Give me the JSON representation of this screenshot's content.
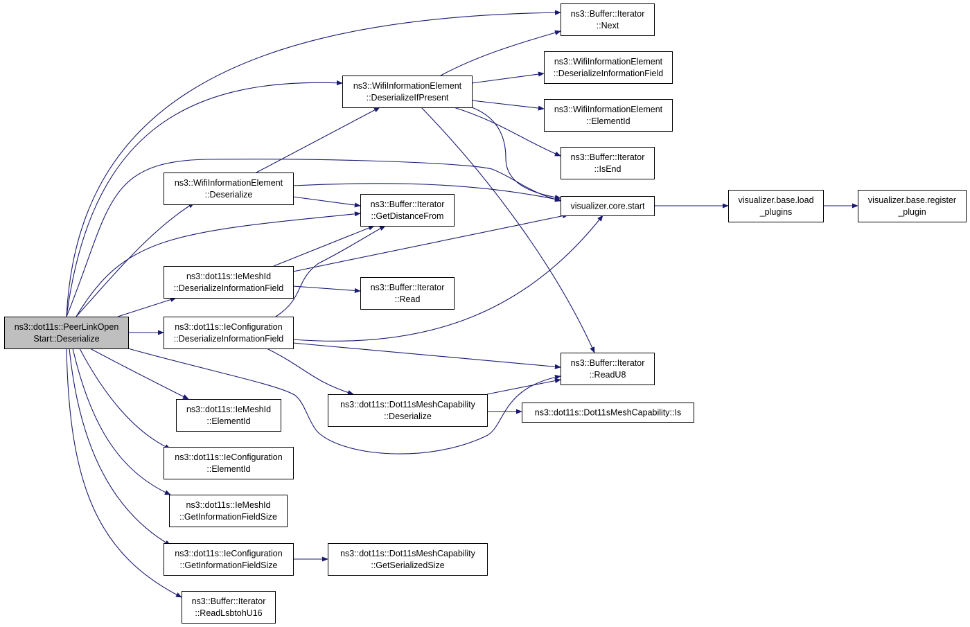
{
  "colors": {
    "edge": "#191970",
    "root_fill": "#bfbfbf",
    "node_fill": "#ffffff",
    "border": "#000000"
  },
  "nodes": [
    {
      "id": "root",
      "lines": [
        "ns3::dot11s::PeerLinkOpen",
        "Start::Deserialize"
      ],
      "root": true
    },
    {
      "id": "buf_next",
      "lines": [
        "ns3::Buffer::Iterator",
        "::Next"
      ]
    },
    {
      "id": "wie_dip",
      "lines": [
        "ns3::WifiInformationElement",
        "::DeserializeIfPresent"
      ]
    },
    {
      "id": "wie_dif",
      "lines": [
        "ns3::WifiInformationElement",
        "::DeserializeInformationField"
      ]
    },
    {
      "id": "wie_eid",
      "lines": [
        "ns3::WifiInformationElement",
        "::ElementId"
      ]
    },
    {
      "id": "buf_isend",
      "lines": [
        "ns3::Buffer::Iterator",
        "::IsEnd"
      ]
    },
    {
      "id": "wie_des",
      "lines": [
        "ns3::WifiInformationElement",
        "::Deserialize"
      ]
    },
    {
      "id": "viz_start",
      "lines": [
        "visualizer.core.start"
      ]
    },
    {
      "id": "viz_load",
      "lines": [
        "visualizer.base.load",
        "_plugins"
      ]
    },
    {
      "id": "viz_reg",
      "lines": [
        "visualizer.base.register",
        "_plugin"
      ]
    },
    {
      "id": "buf_gdf",
      "lines": [
        "ns3::Buffer::Iterator",
        "::GetDistanceFrom"
      ]
    },
    {
      "id": "mid_dif",
      "lines": [
        "ns3::dot11s::IeMeshId",
        "::DeserializeInformationField"
      ]
    },
    {
      "id": "buf_read",
      "lines": [
        "ns3::Buffer::Iterator",
        "::Read"
      ]
    },
    {
      "id": "cfg_dif",
      "lines": [
        "ns3::dot11s::IeConfiguration",
        "::DeserializeInformationField"
      ]
    },
    {
      "id": "buf_readu8",
      "lines": [
        "ns3::Buffer::Iterator",
        "::ReadU8"
      ]
    },
    {
      "id": "cap_des",
      "lines": [
        "ns3::dot11s::Dot11sMeshCapability",
        "::Deserialize"
      ]
    },
    {
      "id": "cap_is",
      "lines": [
        "ns3::dot11s::Dot11sMeshCapability::Is"
      ]
    },
    {
      "id": "mid_eid",
      "lines": [
        "ns3::dot11s::IeMeshId",
        "::ElementId"
      ]
    },
    {
      "id": "cfg_eid",
      "lines": [
        "ns3::dot11s::IeConfiguration",
        "::ElementId"
      ]
    },
    {
      "id": "mid_gifs",
      "lines": [
        "ns3::dot11s::IeMeshId",
        "::GetInformationFieldSize"
      ]
    },
    {
      "id": "cfg_gifs",
      "lines": [
        "ns3::dot11s::IeConfiguration",
        "::GetInformationFieldSize"
      ]
    },
    {
      "id": "cap_gss",
      "lines": [
        "ns3::dot11s::Dot11sMeshCapability",
        "::GetSerializedSize"
      ]
    },
    {
      "id": "buf_rlu16",
      "lines": [
        "ns3::Buffer::Iterator",
        "::ReadLsbtohU16"
      ]
    }
  ],
  "edges": [
    {
      "from": "root",
      "to": "buf_next"
    },
    {
      "from": "root",
      "to": "wie_dip"
    },
    {
      "from": "root",
      "to": "viz_start"
    },
    {
      "from": "root",
      "to": "wie_des"
    },
    {
      "from": "root",
      "to": "buf_gdf"
    },
    {
      "from": "root",
      "to": "mid_dif"
    },
    {
      "from": "root",
      "to": "cfg_dif"
    },
    {
      "from": "root",
      "to": "buf_readu8"
    },
    {
      "from": "root",
      "to": "mid_eid"
    },
    {
      "from": "root",
      "to": "cfg_eid"
    },
    {
      "from": "root",
      "to": "mid_gifs"
    },
    {
      "from": "root",
      "to": "cfg_gifs"
    },
    {
      "from": "root",
      "to": "buf_rlu16"
    },
    {
      "from": "wie_dip",
      "to": "buf_next"
    },
    {
      "from": "wie_dip",
      "to": "wie_dif"
    },
    {
      "from": "wie_dip",
      "to": "wie_eid"
    },
    {
      "from": "wie_dip",
      "to": "buf_isend"
    },
    {
      "from": "wie_dip",
      "to": "viz_start"
    },
    {
      "from": "wie_dip",
      "to": "buf_readu8"
    },
    {
      "from": "wie_des",
      "to": "wie_dip"
    },
    {
      "from": "wie_des",
      "to": "viz_start"
    },
    {
      "from": "wie_des",
      "to": "buf_gdf"
    },
    {
      "from": "viz_start",
      "to": "viz_load"
    },
    {
      "from": "viz_load",
      "to": "viz_reg"
    },
    {
      "from": "mid_dif",
      "to": "buf_gdf"
    },
    {
      "from": "mid_dif",
      "to": "viz_start"
    },
    {
      "from": "mid_dif",
      "to": "buf_read"
    },
    {
      "from": "cfg_dif",
      "to": "buf_gdf"
    },
    {
      "from": "cfg_dif",
      "to": "viz_start"
    },
    {
      "from": "cfg_dif",
      "to": "buf_readu8"
    },
    {
      "from": "cfg_dif",
      "to": "cap_des"
    },
    {
      "from": "cap_des",
      "to": "buf_readu8"
    },
    {
      "from": "cap_des",
      "to": "cap_is"
    },
    {
      "from": "cfg_gifs",
      "to": "cap_gss"
    }
  ]
}
